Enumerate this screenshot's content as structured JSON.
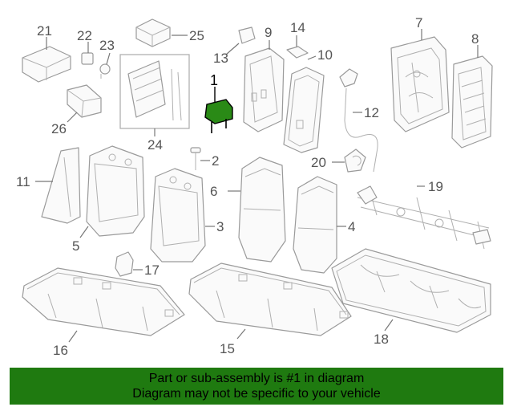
{
  "diagram": {
    "callouts": {
      "c1": "1",
      "c2": "2",
      "c3": "3",
      "c4": "4",
      "c5": "5",
      "c6": "6",
      "c7": "7",
      "c8": "8",
      "c9": "9",
      "c10": "10",
      "c11": "11",
      "c12": "12",
      "c13": "13",
      "c14": "14",
      "c15": "15",
      "c16": "16",
      "c17": "17",
      "c18": "18",
      "c19": "19",
      "c20": "20",
      "c21": "21",
      "c22": "22",
      "c23": "23",
      "c24": "24",
      "c25": "25",
      "c26": "26"
    },
    "highlight_color": "#1f7a10"
  },
  "banner": {
    "line1": "Part or sub-assembly is #1 in diagram",
    "line2": "Diagram may not be specific to your vehicle",
    "background": "#1f7a10"
  }
}
